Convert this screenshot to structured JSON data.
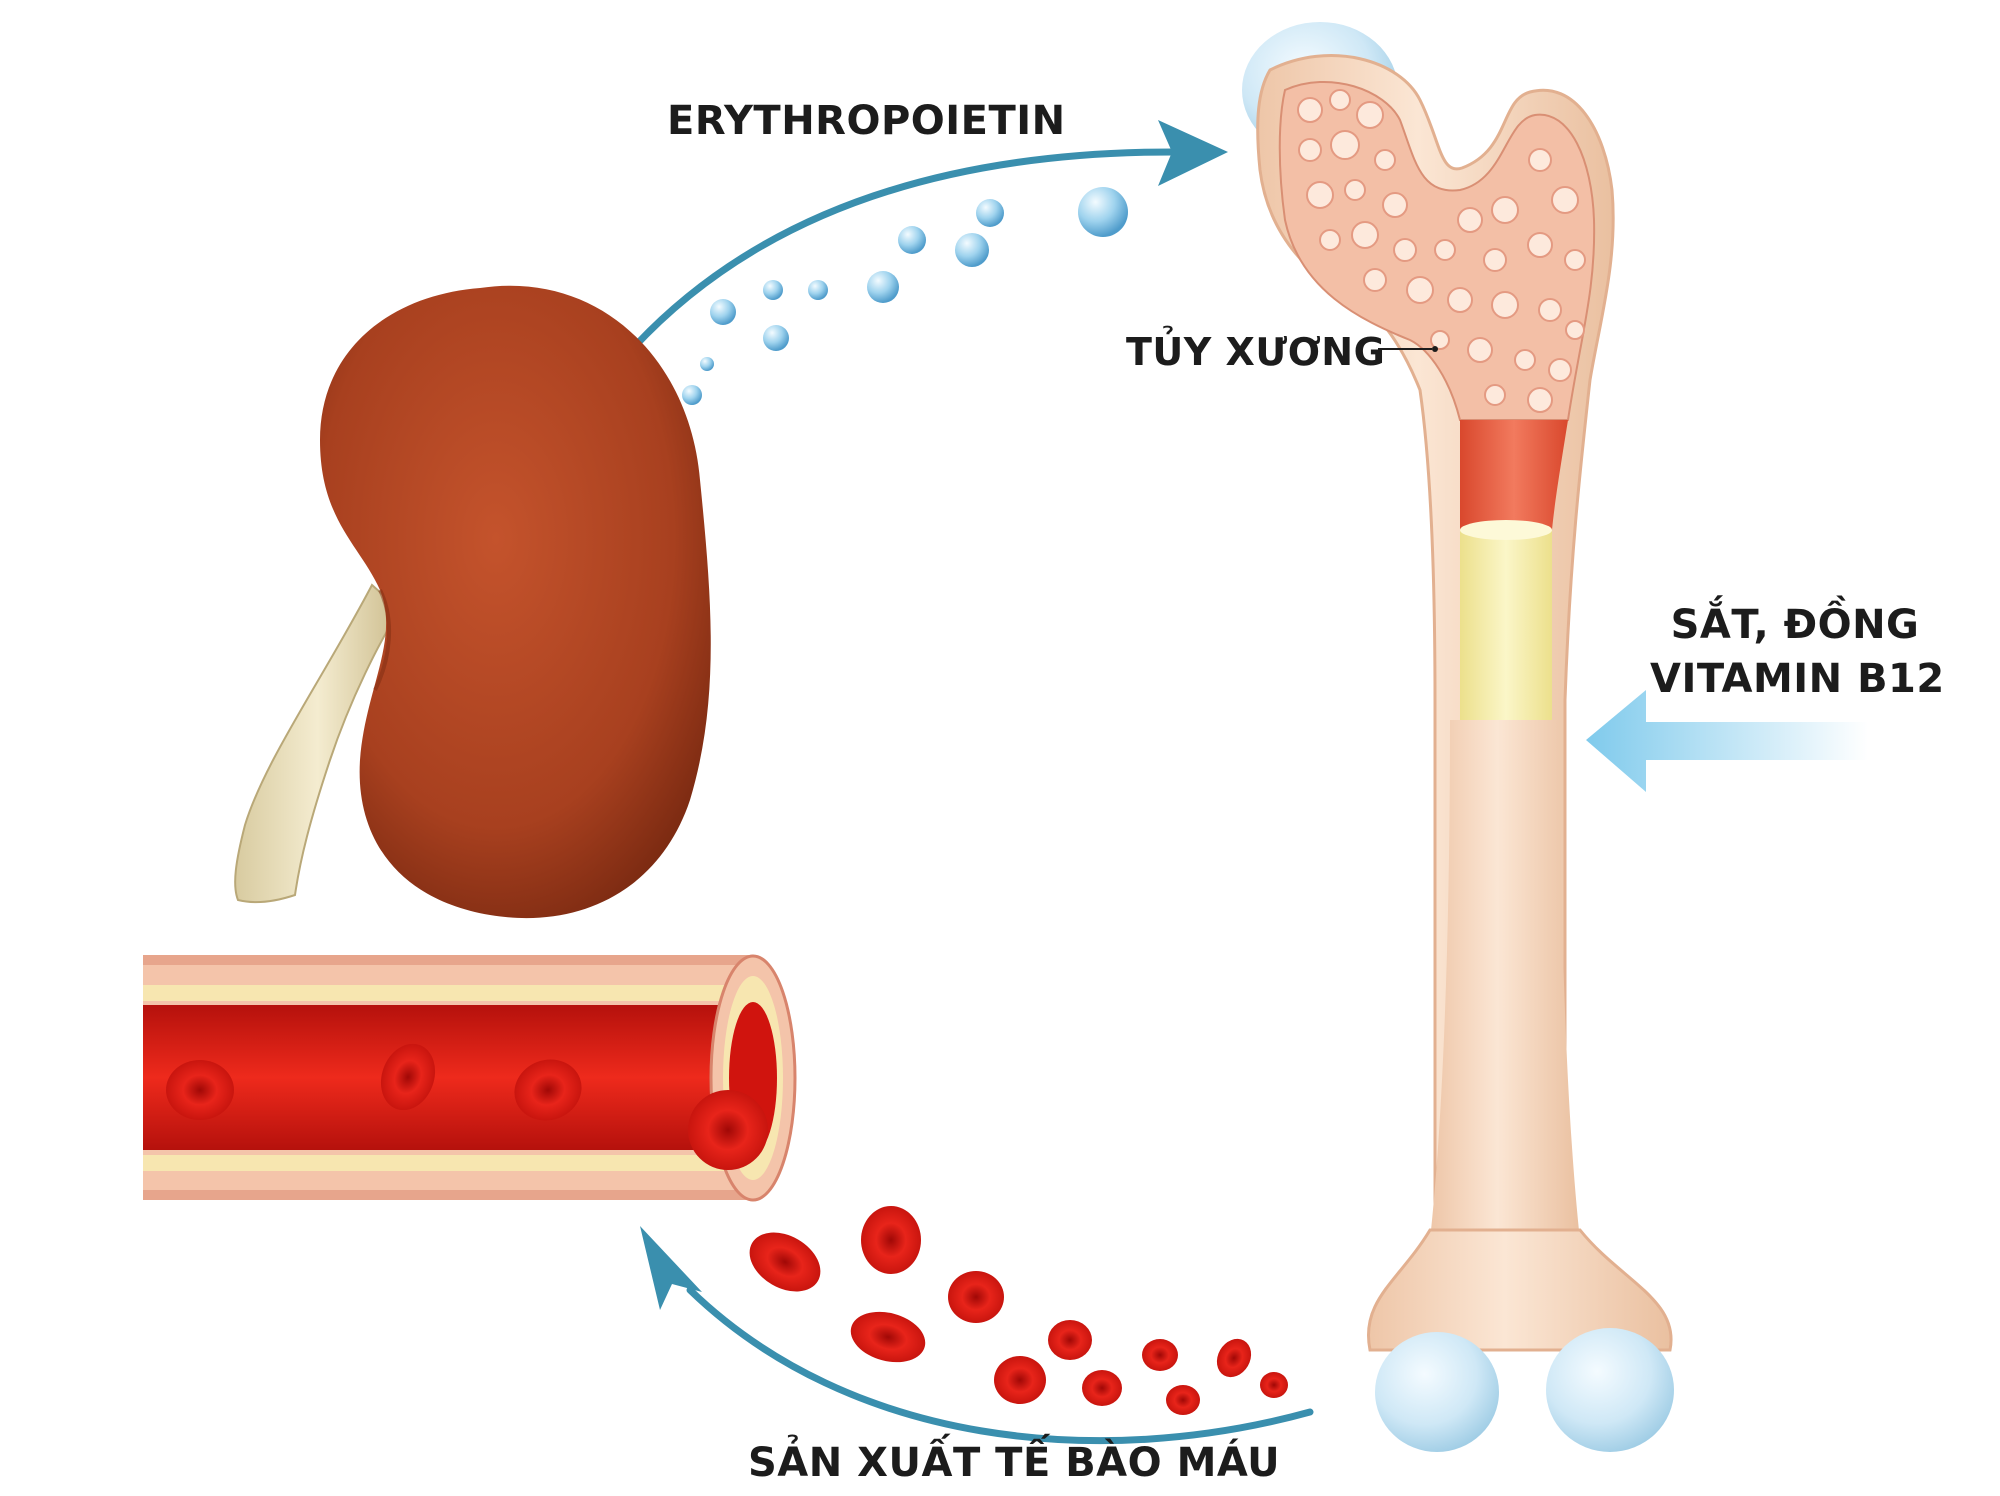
{
  "labels": {
    "erythropoietin": "ERYTHROPOIETIN",
    "bone_marrow": "TỦY XƯƠNG",
    "nutrients_line1": "SẮT, ĐỒNG",
    "nutrients_line2": "VITAMIN B12",
    "blood_cell_production": "SẢN XUẤT TẾ BÀO MÁU"
  },
  "colors": {
    "arrow": "#3a8fae",
    "kidney": "#a8401f",
    "bone": "#f6d9c2",
    "marrow_red": "#e35a3e",
    "marrow_yellow": "#f8f0a8",
    "cartilage": "#cfe8f6",
    "blood": "#d5150f",
    "nutrient_arrow": "#8fd2ef"
  }
}
